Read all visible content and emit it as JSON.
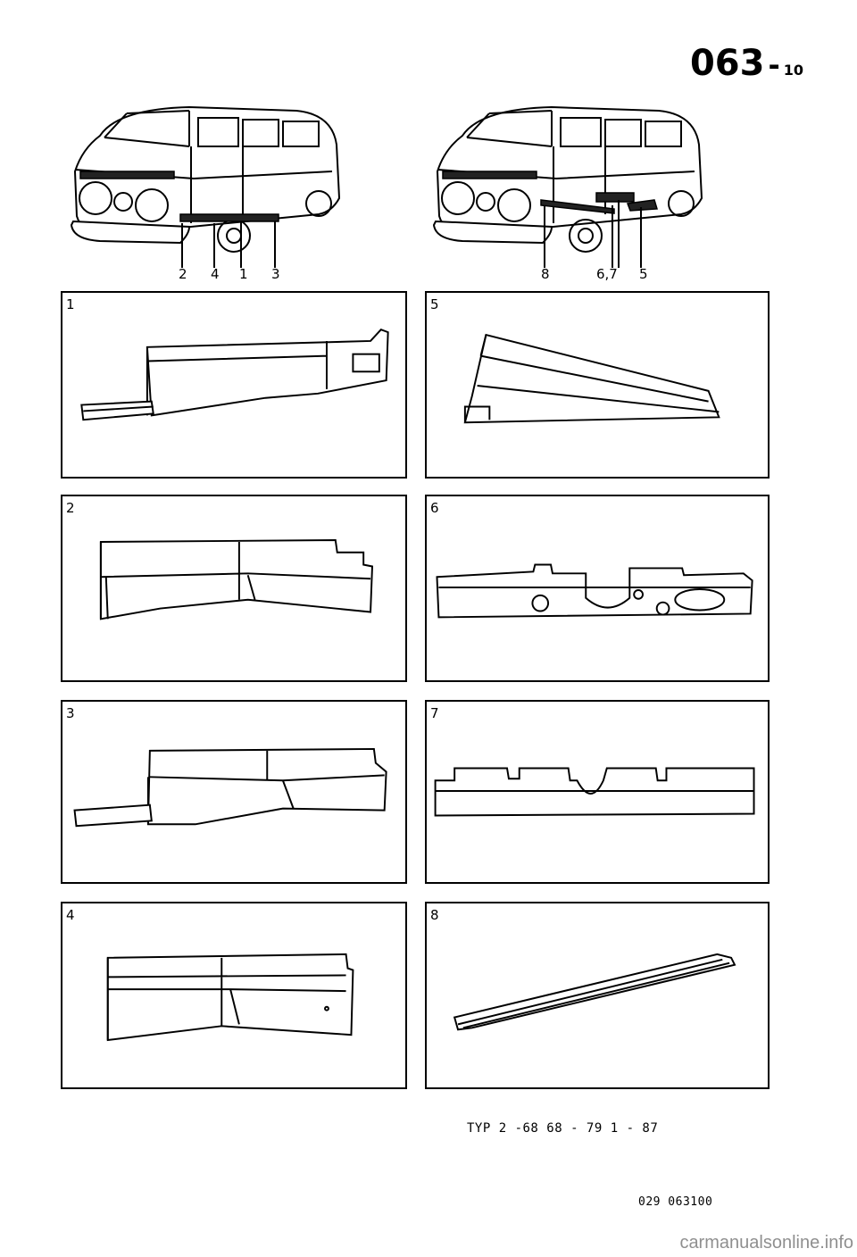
{
  "page_number": {
    "main": "063",
    "separator": "-",
    "sub": "10"
  },
  "overview_left": {
    "callouts": [
      "2",
      "4",
      "1",
      "3"
    ]
  },
  "overview_right": {
    "callouts": [
      "8",
      "6,7",
      "5"
    ]
  },
  "panels": [
    {
      "number": "1"
    },
    {
      "number": "2"
    },
    {
      "number": "3"
    },
    {
      "number": "4"
    },
    {
      "number": "5"
    },
    {
      "number": "6"
    },
    {
      "number": "7"
    },
    {
      "number": "8"
    }
  ],
  "footer": {
    "type_code": "TYP 2 -68   68 - 79     1 - 87"
  },
  "catalog_number": "029  063100",
  "watermark": "carmanualsonline.info"
}
